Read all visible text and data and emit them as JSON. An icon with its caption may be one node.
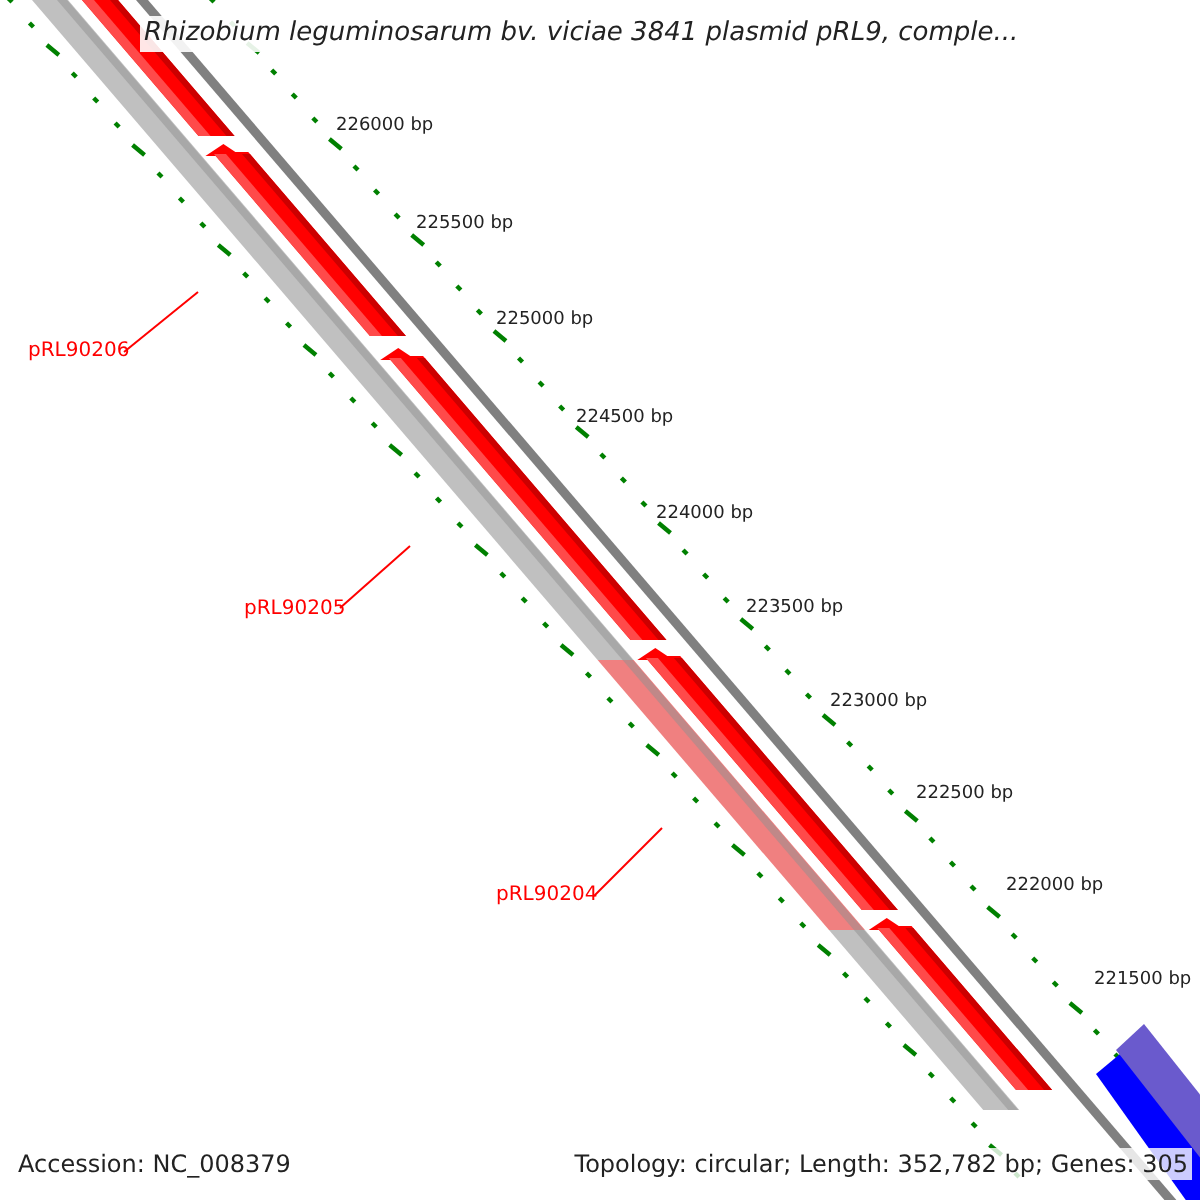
{
  "diagram": {
    "title": "Rhizobium leguminosarum bv. viciae 3841 plasmid pRL9, comple...",
    "nodes": [
      {
        "text": [
          "pRL90206"
        ]
      },
      {
        "text": [
          "pRL90205"
        ]
      },
      {
        "text": [
          "pRL90204"
        ]
      }
    ],
    "edges": [
      {
        "from": 0,
        "to": null,
        "arrow": "none",
        "color": "#ff0000"
      },
      {
        "from": 1,
        "to": null,
        "arrow": "none",
        "color": "#ff0000"
      },
      {
        "from": 2,
        "to": null,
        "arrow": "none",
        "color": "#ff0000"
      }
    ],
    "labels": [
      "226000 bp",
      "225500 bp",
      "225000 bp",
      "224500 bp",
      "224000 bp",
      "223500 bp",
      "223000 bp",
      "222500 bp",
      "222000 bp",
      "221500 bp",
      "Accession: NC_008379",
      "Topology: circular; Length: 352,782 bp; Genes: 305"
    ]
  }
}
